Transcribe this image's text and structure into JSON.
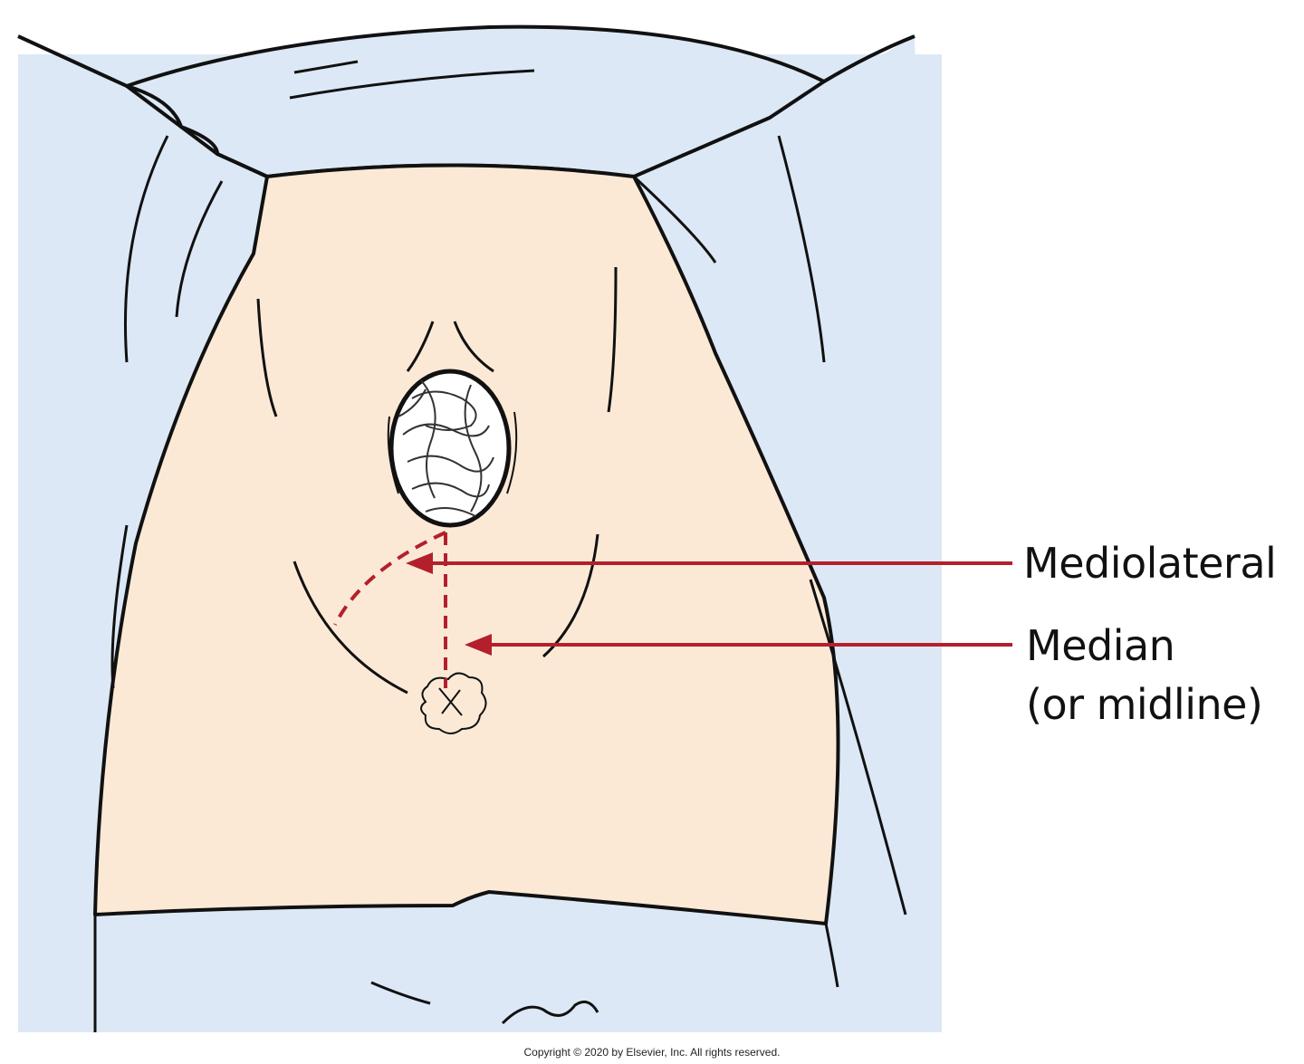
{
  "labels": {
    "mediolateral": "Mediolateral",
    "median_line1": "Median",
    "median_line2": "(or midline)"
  },
  "copyright": "Copyright © 2020 by Elsevier, Inc. All rights reserved.",
  "colors": {
    "drape": "#dde8f6",
    "skin": "#fbe9d6",
    "outline": "#111111",
    "incision": "#b3202c",
    "arrow": "#b3202c"
  }
}
